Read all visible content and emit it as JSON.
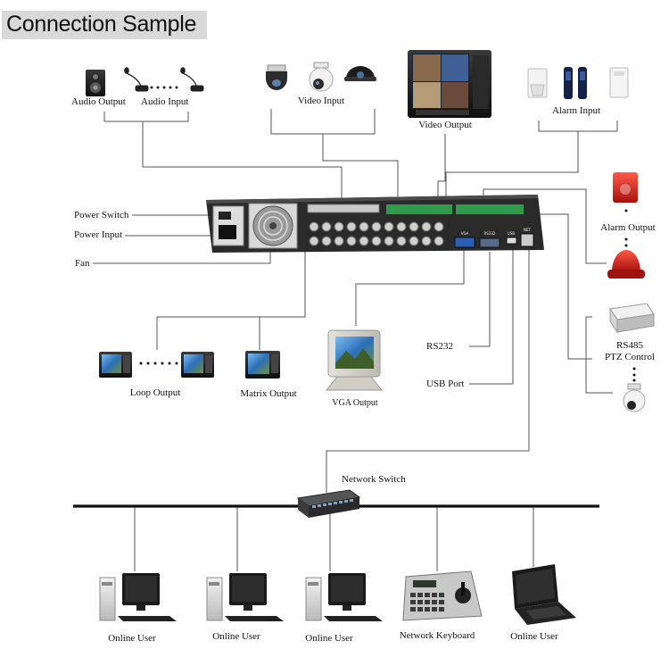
{
  "title": "Connection Sample",
  "labels": {
    "audio_output": "Audio Output",
    "audio_input": "Audio Input",
    "video_input": "Video Input",
    "video_output": "Video Output",
    "alarm_input": "Alarm Input",
    "alarm_output": "Alarm Output",
    "power_switch": "Power Switch",
    "power_input": "Power Input",
    "fan": "Fan",
    "rs485": "RS485",
    "ptz_control": "PTZ Control",
    "loop_output": "Loop Output",
    "matrix_output": "Matrix Output",
    "vga_output": "VGA Output",
    "rs232": "RS232",
    "usb_port": "USB Port",
    "network_switch": "Network Switch",
    "online_user_1": "Online User",
    "online_user_2": "Online User",
    "online_user_3": "Online User",
    "network_keyboard": "Network Keyboard",
    "online_user_4": "Online User"
  },
  "rear_panel_port_labels": {
    "vga": "VGA",
    "rs232": "RS232",
    "usb": "USB",
    "net": "NET"
  },
  "colors": {
    "line": "#555555",
    "bus": "#111111",
    "title_bg": "#d9d9d9",
    "dvr_body": "#1e1e1e",
    "terminal_green": "#2e9a4a",
    "vga_blue": "#2b5fb8",
    "alarm_red": "#d0201a"
  }
}
